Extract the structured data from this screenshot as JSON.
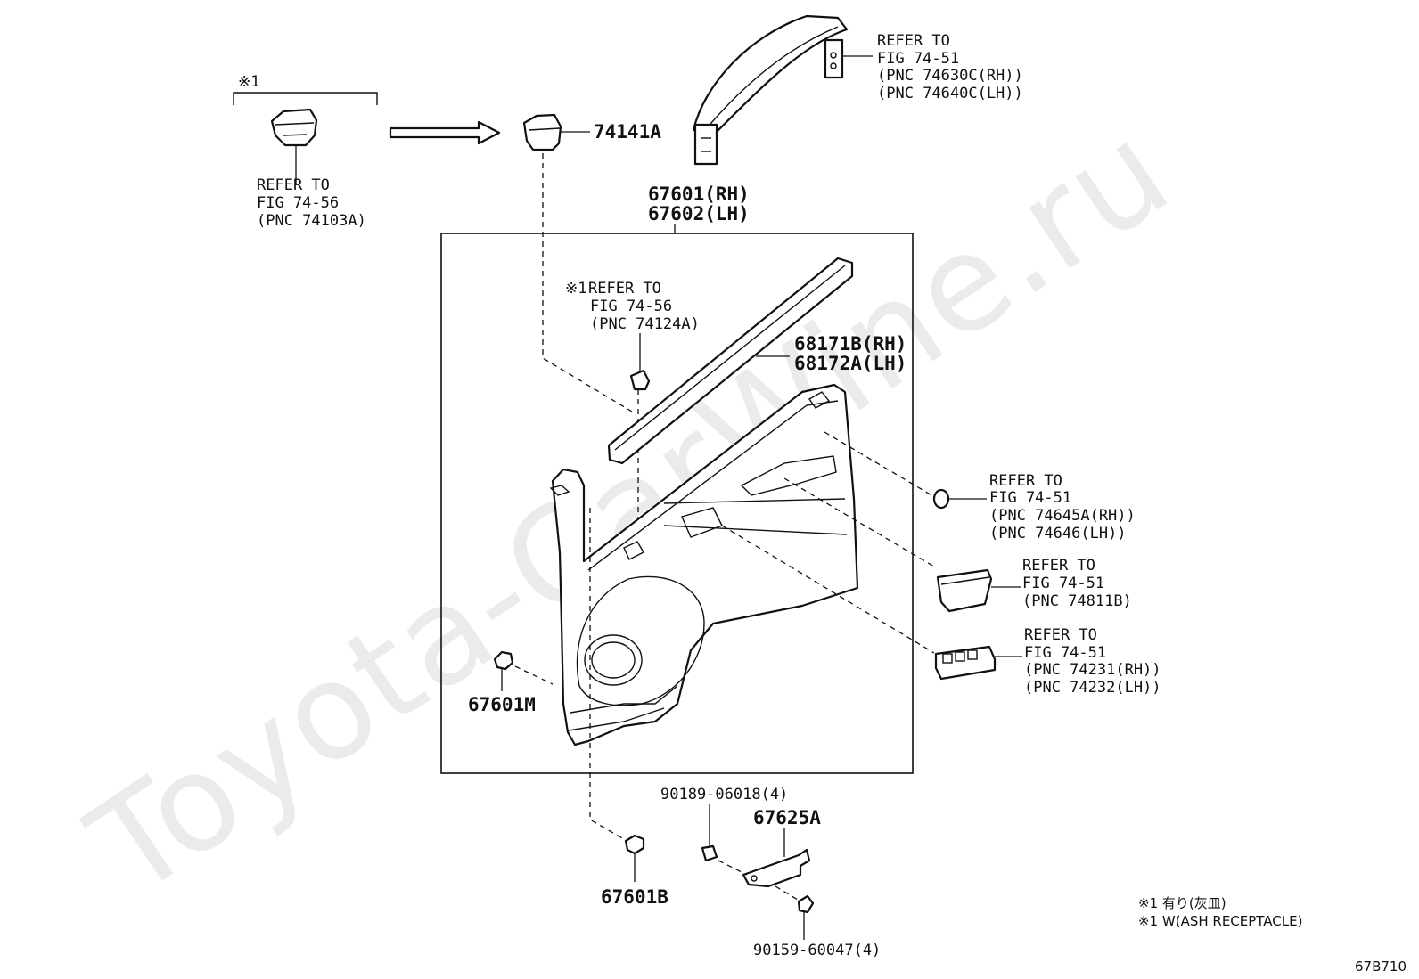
{
  "watermark": "Toyota-CarWine.ru",
  "figure_code": "67B710",
  "notes": [
    "※1 有り(灰皿)",
    "※1 W(ASH RECEPTACLE)"
  ],
  "callouts": {
    "bracket_mark": "※1",
    "ash_ref": [
      "REFER TO",
      "FIG 74-56",
      "(PNC 74103A)"
    ],
    "p74141a": "74141A",
    "assist_grip_ref": [
      "REFER TO",
      "FIG 74-51",
      "(PNC 74630C(RH))",
      "(PNC 74640C(LH))"
    ],
    "trim_board": [
      "67601(RH)",
      "67602(LH)"
    ],
    "mark_inner": "※1",
    "inner_ref": [
      "REFER TO",
      "FIG 74-56",
      "(PNC 74124A)"
    ],
    "weatherstrip": [
      "68171B(RH)",
      "68172A(LH)"
    ],
    "handle_ref": [
      "REFER TO",
      "FIG 74-51",
      "(PNC 74645A(RH))",
      "(PNC 74646(LH))"
    ],
    "pocket_ref": [
      "REFER TO",
      "FIG 74-51",
      "(PNC 74811B)"
    ],
    "switch_ref": [
      "REFER TO",
      "FIG 74-51",
      "(PNC 74231(RH))",
      "(PNC 74232(LH))"
    ],
    "p67601m": "67601M",
    "p67601b": "67601B",
    "p90189": "90189-06018(4)",
    "p67625a": "67625A",
    "p90159": "90159-60047(4)"
  }
}
